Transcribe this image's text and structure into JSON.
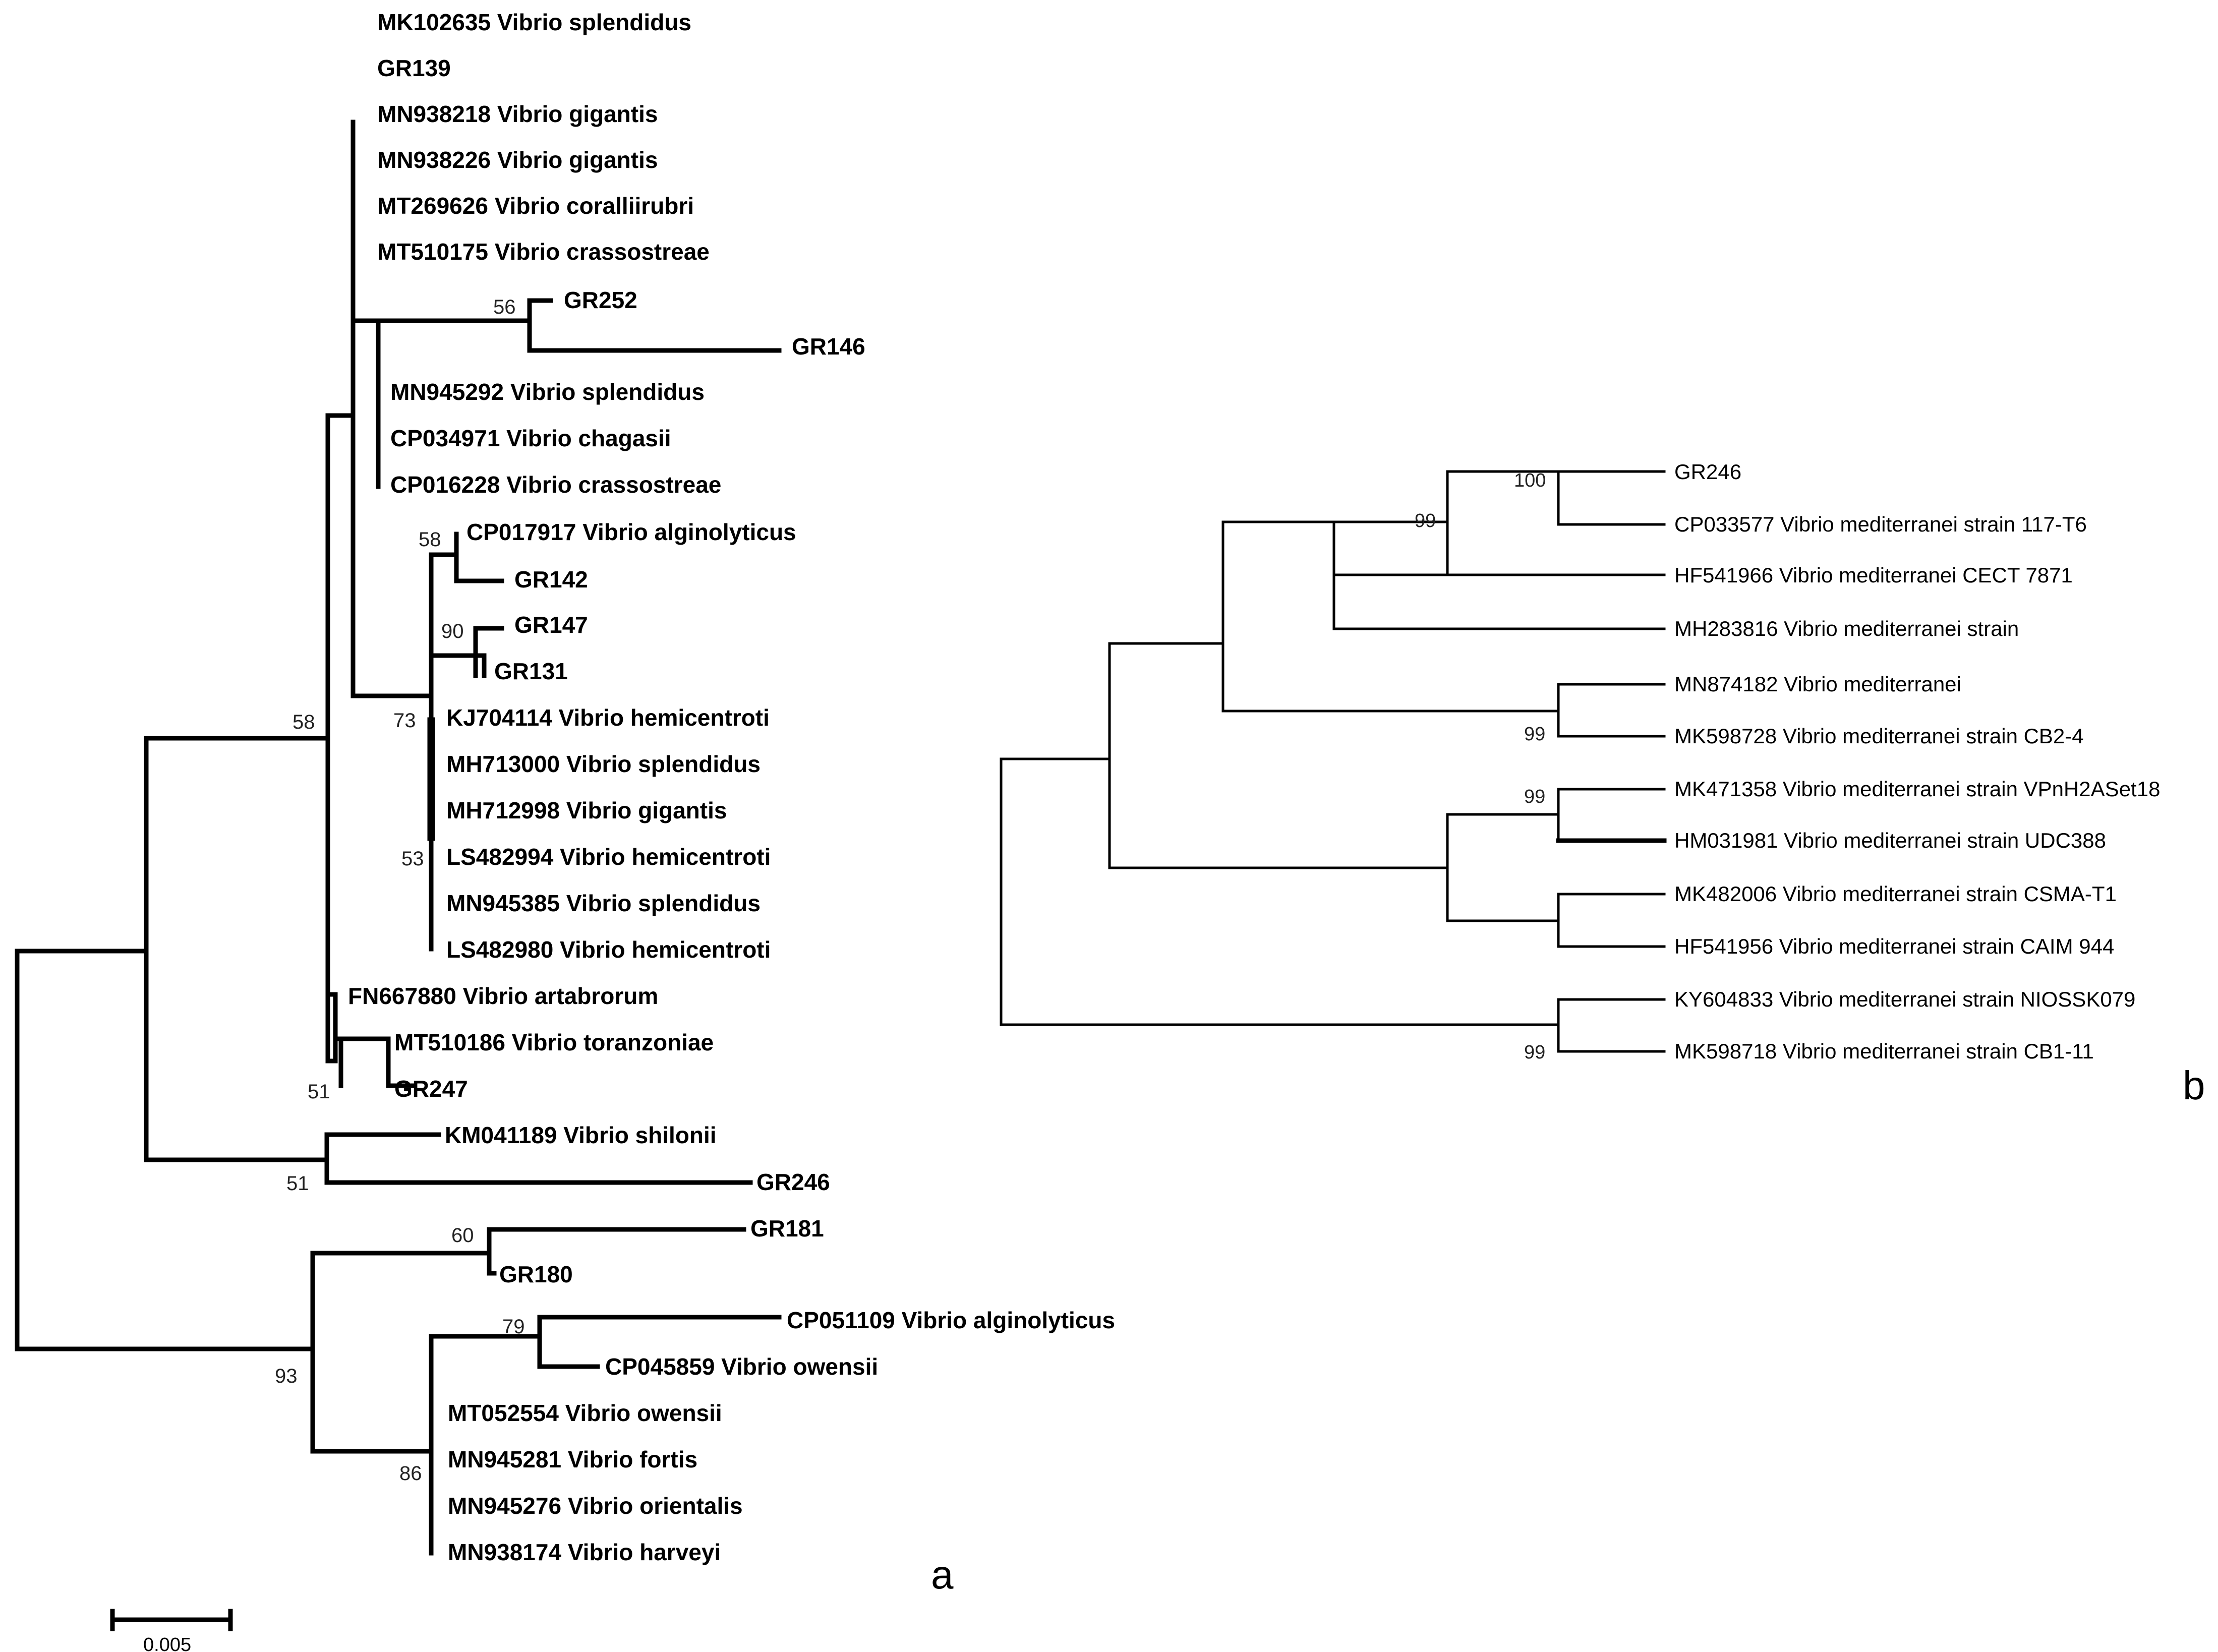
{
  "panel_a": {
    "label": "a",
    "scale_bar": "0.005",
    "leaves": [
      {
        "name": "MK102635 Vibrio splendidus"
      },
      {
        "name": "GR139"
      },
      {
        "name": "MN938218 Vibrio gigantis"
      },
      {
        "name": "MN938226 Vibrio gigantis"
      },
      {
        "name": "MT269626 Vibrio coralliirubri"
      },
      {
        "name": "MT510175 Vibrio crassostreae"
      },
      {
        "name": "GR252"
      },
      {
        "name": "GR146"
      },
      {
        "name": "MN945292 Vibrio splendidus"
      },
      {
        "name": "CP034971 Vibrio chagasii"
      },
      {
        "name": "CP016228 Vibrio crassostreae"
      },
      {
        "name": "CP017917 Vibrio alginolyticus"
      },
      {
        "name": "GR142"
      },
      {
        "name": "GR147"
      },
      {
        "name": "GR131"
      },
      {
        "name": "KJ704114 Vibrio hemicentroti"
      },
      {
        "name": "MH713000 Vibrio splendidus"
      },
      {
        "name": "MH712998 Vibrio gigantis"
      },
      {
        "name": "LS482994 Vibrio hemicentroti"
      },
      {
        "name": "MN945385 Vibrio splendidus"
      },
      {
        "name": "LS482980 Vibrio hemicentroti"
      },
      {
        "name": "FN667880 Vibrio artabrorum"
      },
      {
        "name": "MT510186 Vibrio toranzoniae"
      },
      {
        "name": "GR247"
      },
      {
        "name": "KM041189 Vibrio shilonii"
      },
      {
        "name": "GR246"
      },
      {
        "name": "GR181"
      },
      {
        "name": "GR180"
      },
      {
        "name": "CP051109 Vibrio alginolyticus"
      },
      {
        "name": "CP045859 Vibrio owensii"
      },
      {
        "name": "MT052554 Vibrio owensii"
      },
      {
        "name": "MN945281 Vibrio fortis"
      },
      {
        "name": "MN945276 Vibrio orientalis"
      },
      {
        "name": "MN938174 Vibrio harveyi"
      }
    ],
    "bootstrap": [
      {
        "value": "56"
      },
      {
        "value": "58"
      },
      {
        "value": "90"
      },
      {
        "value": "73"
      },
      {
        "value": "53"
      },
      {
        "value": "58"
      },
      {
        "value": "51"
      },
      {
        "value": "51"
      },
      {
        "value": "60"
      },
      {
        "value": "79"
      },
      {
        "value": "93"
      },
      {
        "value": "86"
      }
    ]
  },
  "panel_b": {
    "label": "b",
    "leaves": [
      {
        "name": "GR246"
      },
      {
        "name": "CP033577 Vibrio mediterranei strain 117-T6"
      },
      {
        "name": "HF541966 Vibrio mediterranei CECT 7871"
      },
      {
        "name": "MH283816 Vibrio mediterranei strain"
      },
      {
        "name": "MN874182 Vibrio mediterranei"
      },
      {
        "name": "MK598728 Vibrio mediterranei strain CB2-4"
      },
      {
        "name": "MK471358 Vibrio mediterranei strain VPnH2ASet18"
      },
      {
        "name": "HM031981 Vibrio mediterranei strain UDC388"
      },
      {
        "name": "MK482006 Vibrio mediterranei strain CSMA-T1"
      },
      {
        "name": "HF541956 Vibrio mediterranei strain CAIM 944"
      },
      {
        "name": "KY604833 Vibrio mediterranei strain NIOSSK079"
      },
      {
        "name": "MK598718 Vibrio mediterranei strain CB1-11"
      }
    ],
    "bootstrap": [
      {
        "value": "100"
      },
      {
        "value": "99"
      },
      {
        "value": "99"
      },
      {
        "value": "99"
      },
      {
        "value": "99"
      }
    ]
  }
}
